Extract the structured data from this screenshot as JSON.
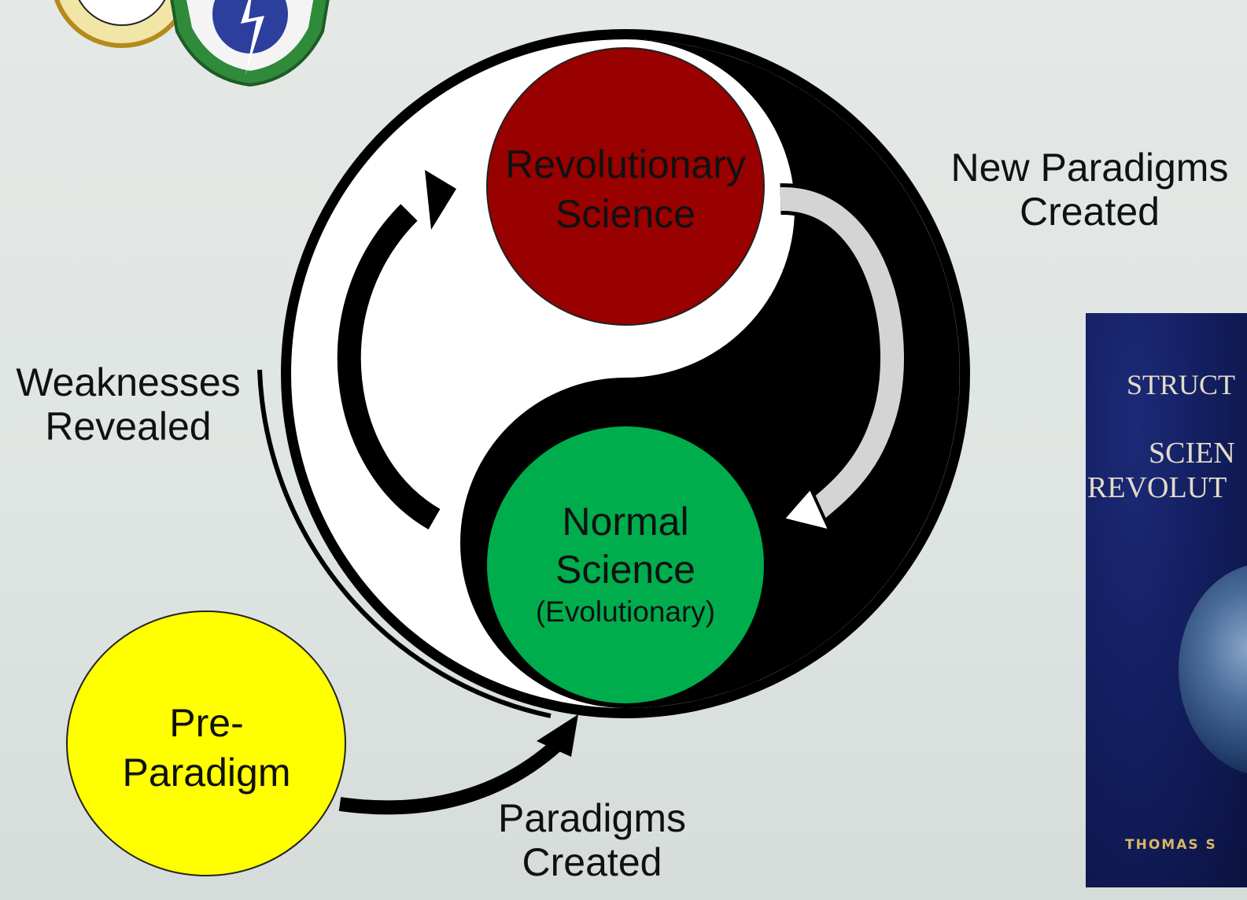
{
  "nodes": {
    "revolutionary": {
      "line1": "Revolutionary",
      "line2": "Science",
      "color": "#990000"
    },
    "normal": {
      "line1": "Normal",
      "line2": "Science",
      "line3": "(Evolutionary)",
      "color": "#00ad4d"
    },
    "pre_paradigm": {
      "line1": "Pre-",
      "line2": "Paradigm",
      "color": "#ffff00"
    }
  },
  "edges": {
    "weaknesses": {
      "line1": "Weaknesses",
      "line2": "Revealed"
    },
    "new_paradigms": {
      "line1": "New Paradigms",
      "line2": "Created"
    },
    "paradigms_created": {
      "line1": "Paradigms",
      "line2": "Created"
    }
  },
  "book": {
    "line1": "STRUCT",
    "line2": "SCIEN",
    "line3": "REVOLUT",
    "author": "THOMAS S"
  },
  "colors": {
    "yin_dark": "#000000",
    "yin_light": "#ffffff",
    "arrow_gray": "#cfcfcf",
    "book_blue": "#111c5a"
  }
}
